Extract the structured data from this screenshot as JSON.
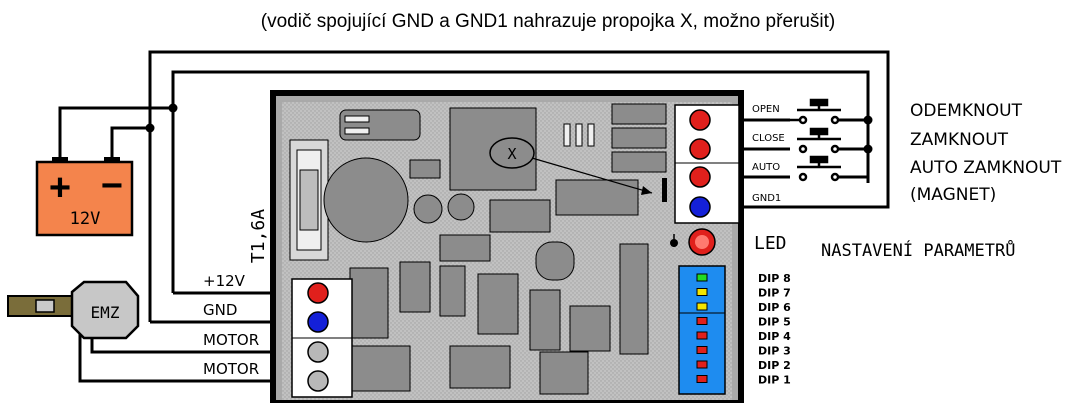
{
  "caption": "(vodič spojující GND a GND1 nahrazuje propojka X, možno přerušit)",
  "battery": {
    "label": "12V",
    "plus": "+",
    "minus": "−",
    "color": "#f4844c"
  },
  "fuse": {
    "label": "T1,6A"
  },
  "jumper": {
    "label": "X"
  },
  "emz": {
    "label": "EMZ"
  },
  "power_terminals": [
    "+12V",
    "GND",
    "MOTOR",
    "MOTOR"
  ],
  "input_terminals": [
    "OPEN",
    "CLOSE",
    "AUTO",
    "GND1"
  ],
  "actions": [
    "ODEMKNOUT",
    "ZAMKNOUT",
    "AUTO ZAMKNOUT",
    "(MAGNET)"
  ],
  "led": {
    "label": "LED"
  },
  "settings": {
    "label": "NASTAVENÍ PARAMETRŮ"
  },
  "dip_switches": [
    "DIP 8",
    "DIP 7",
    "DIP 6",
    "DIP 5",
    "DIP 4",
    "DIP 3",
    "DIP 2",
    "DIP 1"
  ],
  "dip_colors": [
    "#22dd22",
    "#f2e400",
    "#f2e400",
    "#e0201c",
    "#e0201c",
    "#e0201c",
    "#e0201c",
    "#e0201c"
  ],
  "colors": {
    "terminal_red": "#e0201c",
    "terminal_blue": "#1420d8",
    "terminal_gray": "#b8b8b8",
    "dip_body": "#1e8cf0",
    "board": "#a9a9a9"
  }
}
